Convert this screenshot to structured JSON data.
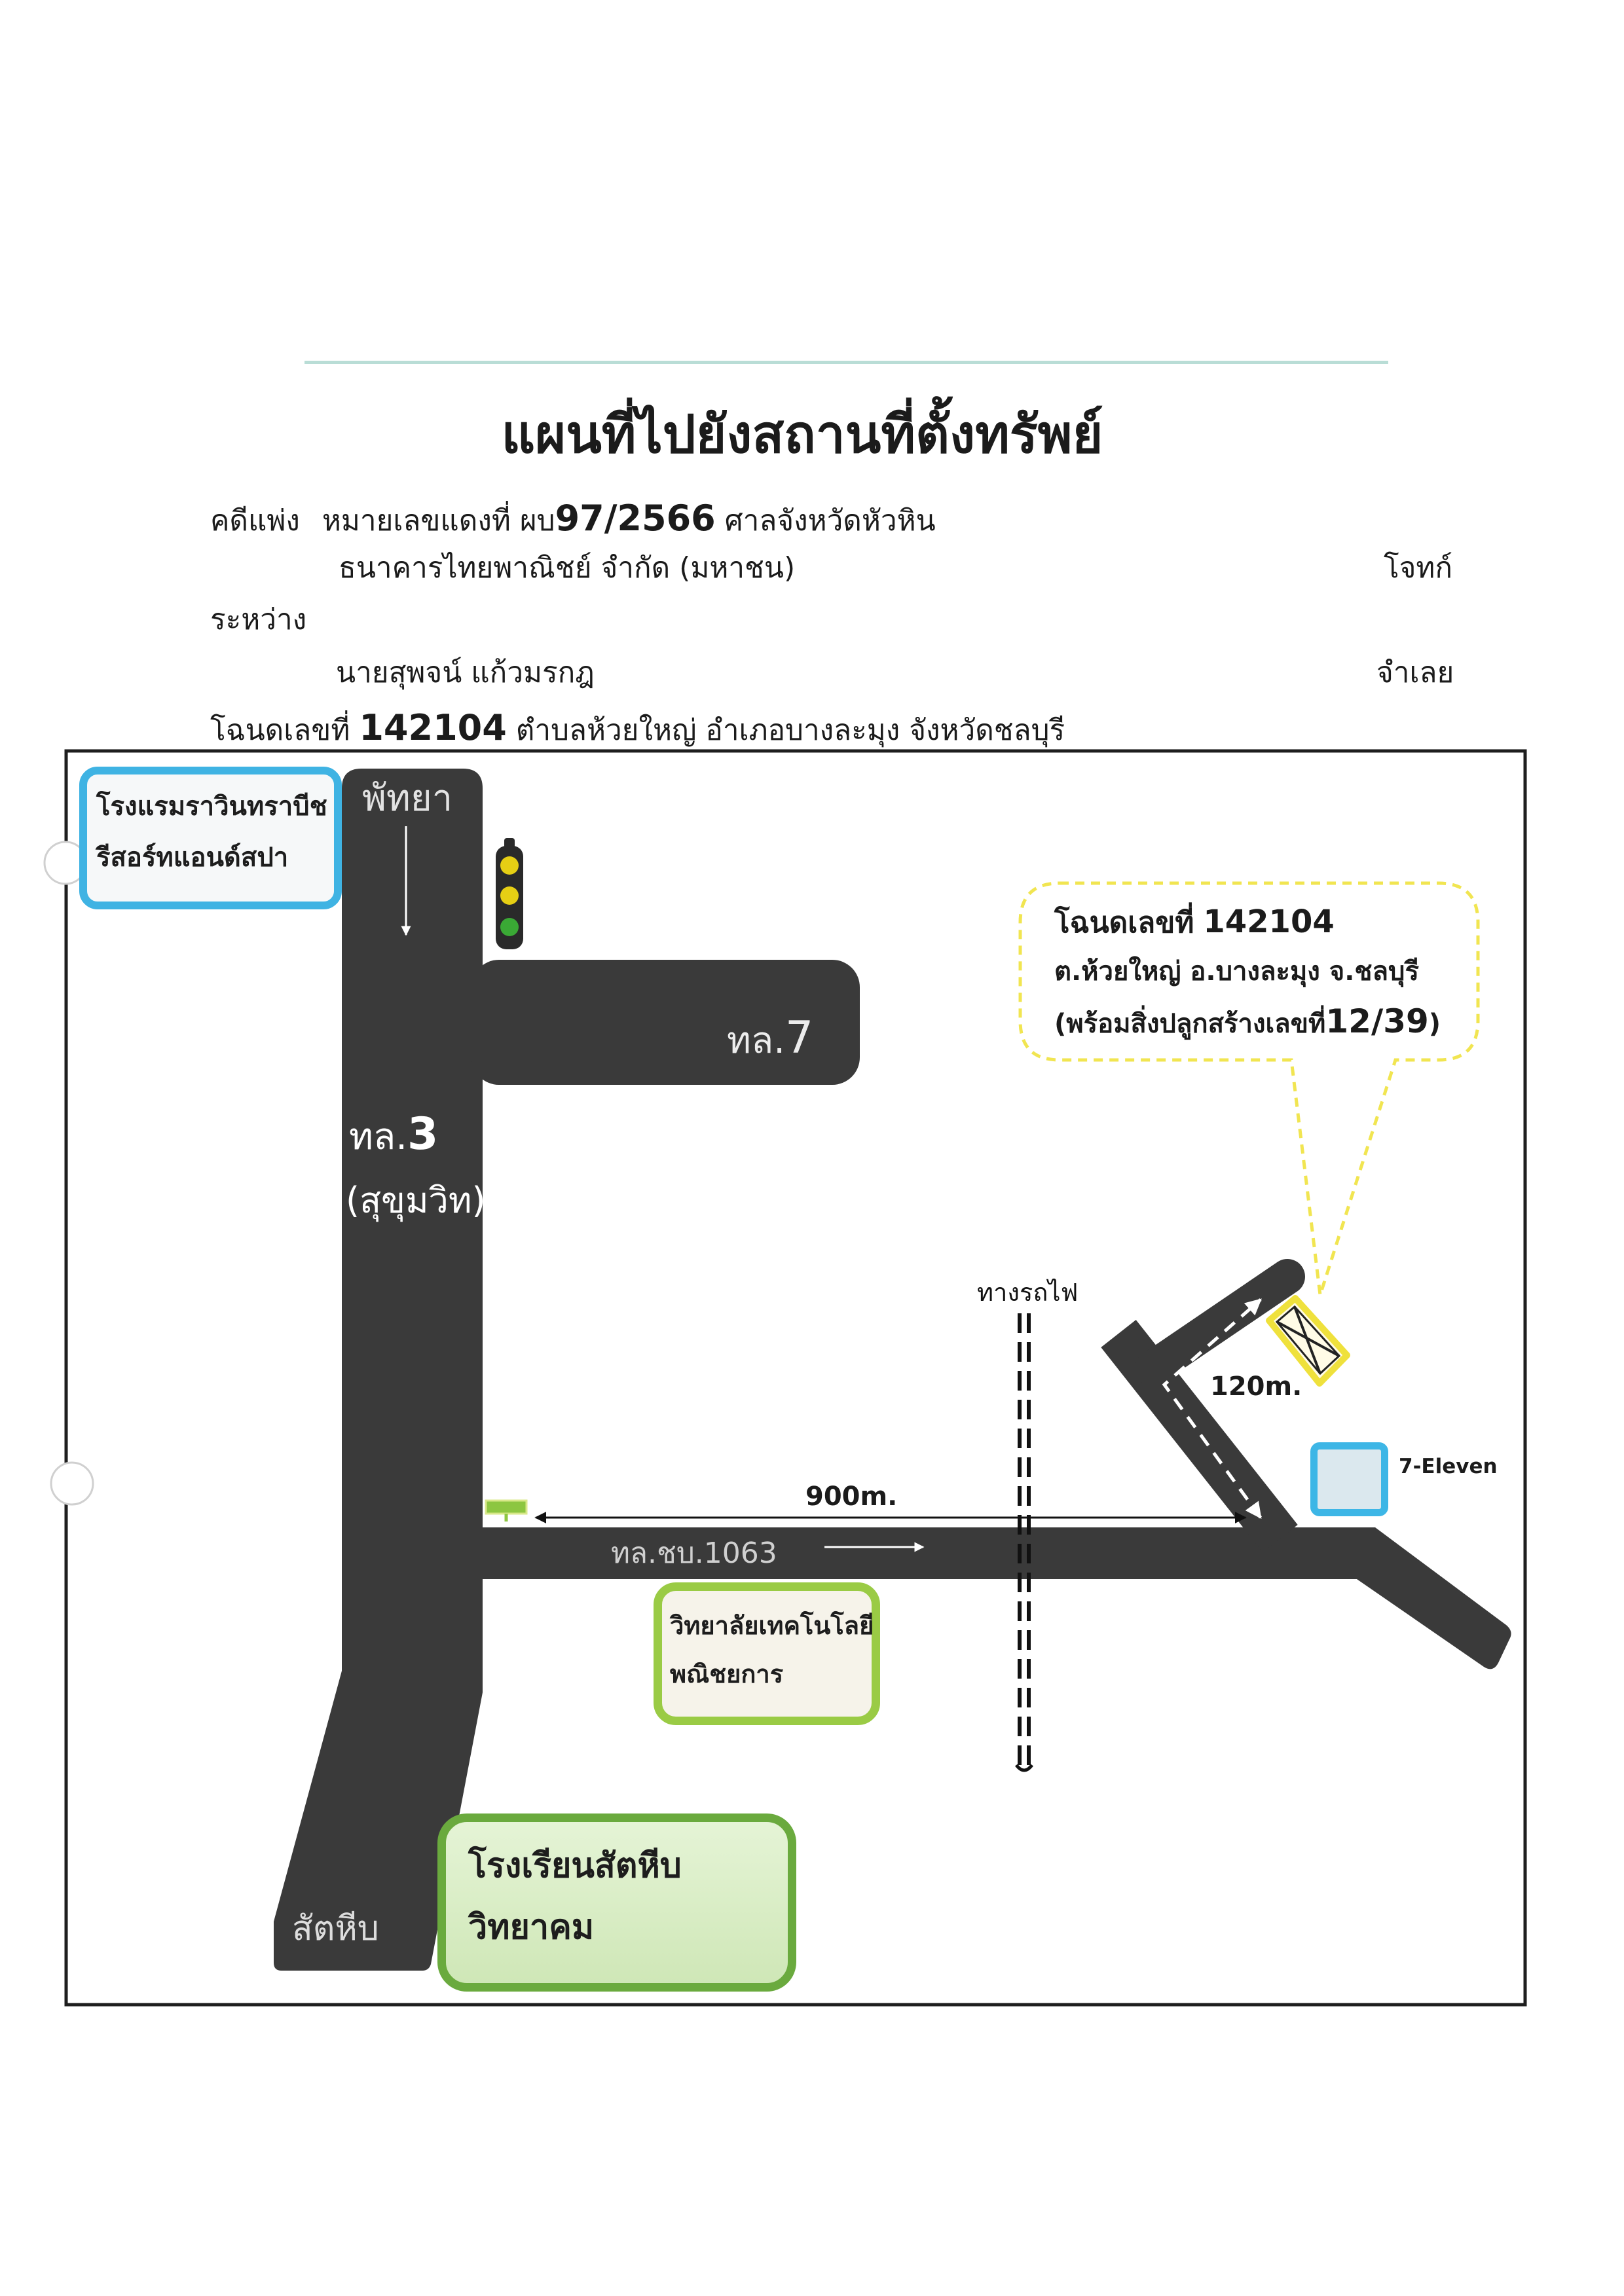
{
  "document": {
    "title": "แผนที่ไปยังสถานที่ตั้งทรัพย์",
    "case": {
      "type": "คดีแพ่ง",
      "red_number_label": "หมายเลขแดงที่ ผบ",
      "red_number": "97/2566",
      "court": "ศาลจังหวัดหัวหิน"
    },
    "plaintiff": {
      "name": "ธนาคารไทยพาณิชย์ จำกัด (มหาชน)",
      "role": "โจทก์"
    },
    "between": "ระหว่าง",
    "defendant": {
      "name": "นายสุพจน์ แก้วมรกฎ",
      "role": "จำเลย"
    },
    "deed": {
      "label": "โฉนดเลขที่",
      "number": "142104",
      "location": "ตำบลห้วยใหญ่ อำเภอบางละมุง จังหวัดชลบุรี"
    }
  },
  "map": {
    "roads": {
      "route3": {
        "prefix": "ทล.",
        "number": "3",
        "name": "(สุขุมวิท)"
      },
      "route7": {
        "prefix": "ทล.",
        "number": "7"
      },
      "route1063": "ทล.ชบ.1063",
      "north_destination": "พัทยา",
      "south_destination": "สัตหีบ",
      "railway": "ทางรถไฟ"
    },
    "distances": {
      "junction": "900m.",
      "property": "120m."
    },
    "landmarks": {
      "hotel": {
        "line1": "โรงแรมราวินทราบีช",
        "line2": "รีสอร์ทแอนด์สปา"
      },
      "college": {
        "line1": "วิทยาลัยเทคโนโลยี",
        "line2": "พณิชยการ"
      },
      "school": {
        "line1": "โรงเรียนสัตหีบ",
        "line2": "วิทยาคม"
      },
      "store": "7-Eleven"
    },
    "property_callout": {
      "deed_label": "โฉนดเลขที่",
      "deed_number": "142104",
      "location": "ต.ห้วยใหญ่ อ.บางละมุง จ.ชลบุรี",
      "building_prefix": "(พร้อมสิ่งปลูกสร้างเลขที่",
      "building_number": "12/39",
      "building_suffix": ")"
    },
    "icons": {
      "traffic_light": "traffic-light-icon",
      "property": "property-marker-icon",
      "direction": "direction-arrow-icon",
      "railway": "railway-track-icon"
    }
  },
  "colors": {
    "header_rule": "#b9ddd6",
    "road": "#3a3a3a",
    "hotel": "#3fb3e3",
    "college": "#9acb45",
    "school": "#6aaa3e",
    "callout": "#f1e551",
    "store": "#3db6e6",
    "signal_yellow": "#e6cf14",
    "signal_green": "#3aa935"
  }
}
